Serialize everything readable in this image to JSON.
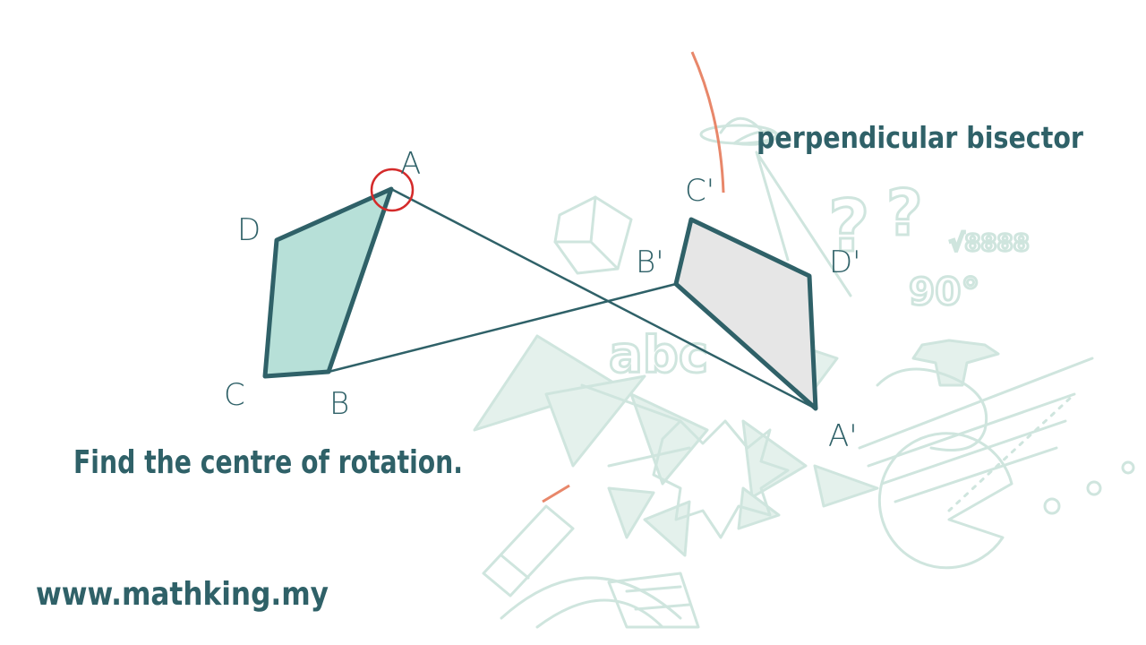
{
  "title": "Find the centre of rotation.",
  "annotation": "perpendicular bisector",
  "website": "www.mathking.my",
  "labels": {
    "A": "A",
    "B": "B",
    "C": "C",
    "D": "D",
    "A_prime": "A'",
    "B_prime": "B'",
    "C_prime": "C'",
    "D_prime": "D'"
  },
  "background_doodle_text": {
    "question_mark_1": "?",
    "question_mark_2": "?",
    "sqrt": "√8888",
    "ninety": "90°",
    "abc": "abc"
  },
  "colors": {
    "ink": "#2f6168",
    "object_fill": "#b7e0d8",
    "image_fill": "#e6e6e6",
    "circle_marker": "#d42a2a",
    "construction_arc": "#e8876a",
    "doodle": "#cfe5de"
  }
}
